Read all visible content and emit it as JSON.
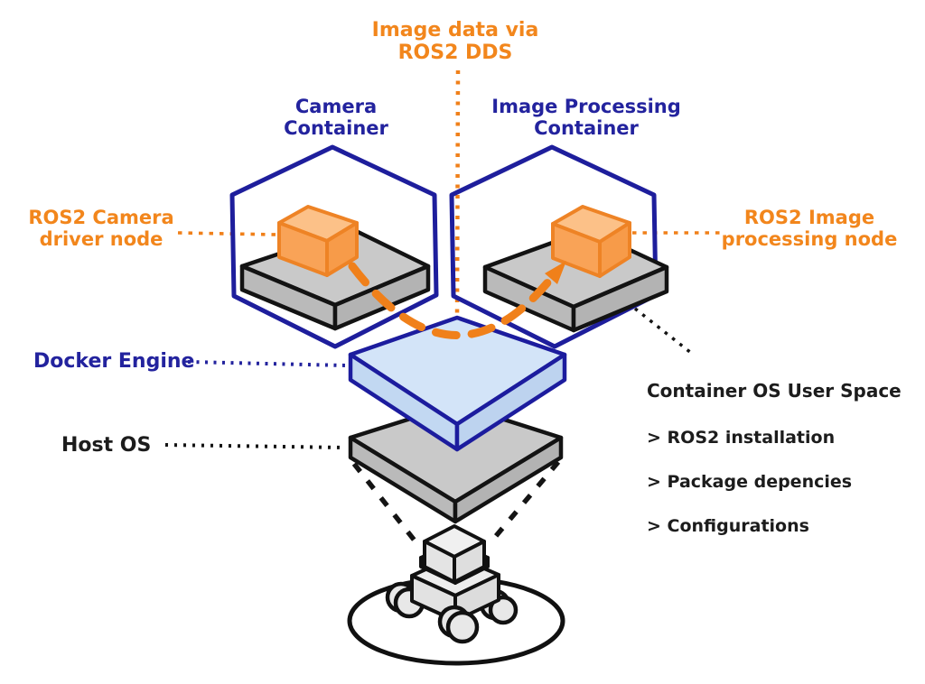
{
  "title": "ROS2 Docker container architecture diagram",
  "colors": {
    "orange": "#F2861C",
    "orange_dash": "#F0801A",
    "navy": "#23239E",
    "black": "#1C1C1C",
    "container_blue_fill": "#D3E4F8",
    "platform_gray_fill": "#C9C9C9",
    "cube_orange_fill": "#F9A357"
  },
  "labels": {
    "dds_flow": "Image data via\nROS2 DDS",
    "camera_container": "Camera\nContainer",
    "image_processing_container": "Image Processing\nContainer",
    "camera_node": "ROS2 Camera\ndriver node",
    "image_node": "ROS2 Image\nprocessing node",
    "docker_engine": "Docker Engine",
    "host_os": "Host OS",
    "container_os": {
      "title": "Container OS User Space",
      "items": [
        "> ROS2 installation",
        "> Package depencies",
        "> Configurations"
      ]
    }
  }
}
